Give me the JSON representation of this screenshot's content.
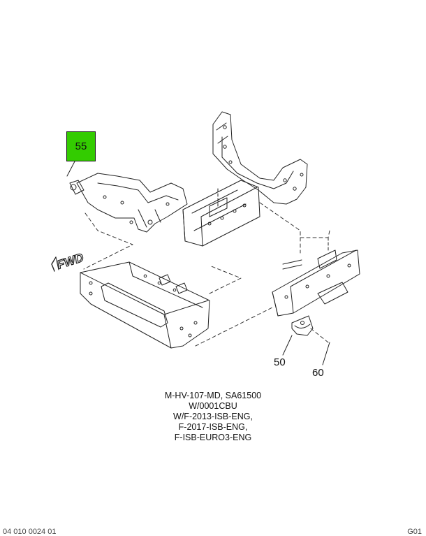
{
  "callouts": {
    "part_55": "55",
    "part_50": "50",
    "part_60": "60"
  },
  "direction_marker": "FWD",
  "caption_lines": [
    "M-HV-107-MD, SA61500",
    "W/0001CBU",
    "W/F-2013-ISB-ENG,",
    "F-2017-ISB-ENG,",
    "F-ISB-EURO3-ENG"
  ],
  "footer": {
    "left": "04 010 0024 01",
    "right": "G01"
  },
  "colors": {
    "highlight": "#33cc00",
    "line": "#222222"
  }
}
